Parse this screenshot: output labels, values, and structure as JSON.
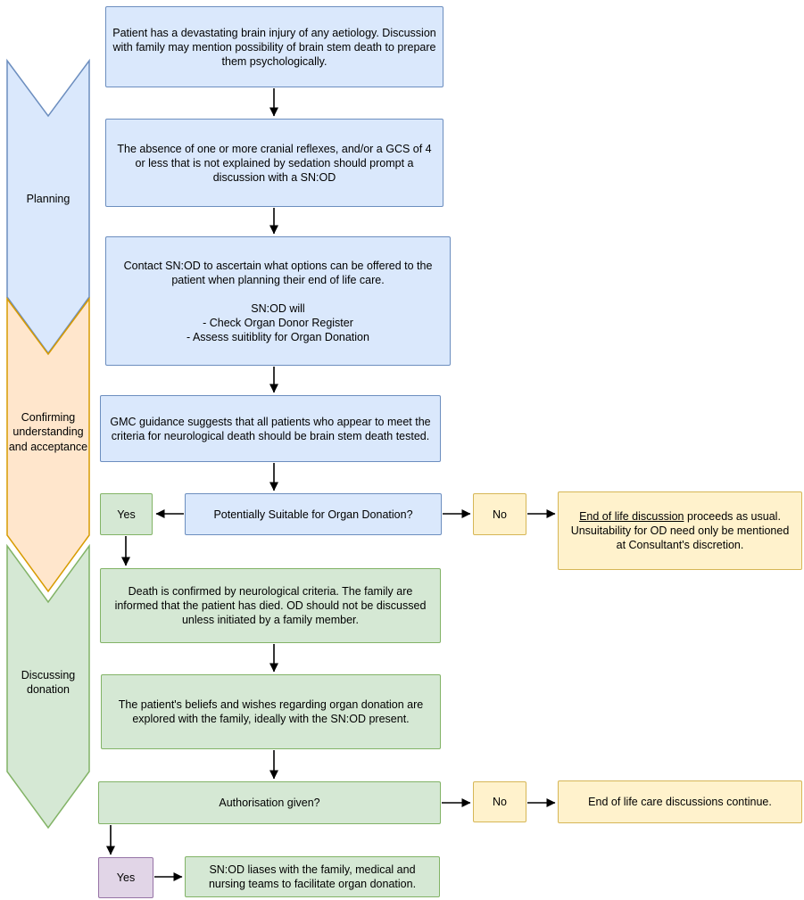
{
  "colors": {
    "blue_fill": "#dae8fc",
    "blue_stroke": "#6c8ebf",
    "green_fill": "#d5e8d4",
    "green_stroke": "#82b366",
    "yellow_fill": "#fff2cc",
    "yellow_stroke": "#d6b656",
    "orange_fill": "#ffe6cc",
    "orange_stroke": "#d79b00",
    "purple_fill": "#e1d5e7",
    "purple_stroke": "#9673a6",
    "arrow": "#000000"
  },
  "stages": [
    {
      "label": "Planning"
    },
    {
      "label": "Confirming understanding and acceptance"
    },
    {
      "label": "Discussing donation"
    }
  ],
  "nodes": {
    "brain_injury": {
      "text": "Patient has a devastating brain injury of any aetiology. Discussion with family may mention possibility of brain stem death to prepare them psychologically."
    },
    "cranial_reflexes": {
      "text": "The absence of one or more cranial reflexes, and/or a GCS of 4 or less that is not explained by sedation should prompt a discussion with a SN:OD"
    },
    "contact_snod": {
      "text": "Contact SN:OD to ascertain what options can be offered to the patient when planning their end of life care.\n\nSN:OD will\n- Check Organ Donor Register\n- Assess suitiblity for Organ Donation"
    },
    "gmc_guidance": {
      "text": "GMC guidance suggests that all patients who appear to meet the criteria for neurological death should be brain stem death tested."
    },
    "suitable_decision": {
      "text": "Potentially Suitable for Organ Donation?"
    },
    "yes_suitable": {
      "text": "Yes"
    },
    "no_suitable": {
      "text": "No"
    },
    "eol_discussion": {
      "underlined": "End of life discussion",
      "rest": " proceeds as usual. Unsuitability for OD need only be mentioned at Consultant's discretion."
    },
    "death_confirmed": {
      "text": "Death is confirmed by neurological criteria. The family are informed that the patient has died. OD should not be discussed unless initiated by a family member."
    },
    "beliefs_explored": {
      "text": "The patient's beliefs and wishes regarding organ donation are explored with the family, ideally with the SN:OD present."
    },
    "authorisation_decision": {
      "text": "Authorisation given?"
    },
    "no_authorisation": {
      "text": "No"
    },
    "eol_continue": {
      "text": "End of life care discussions continue."
    },
    "yes_authorisation": {
      "text": "Yes"
    },
    "snod_liaises": {
      "text": "SN:OD liases with the family, medical and nursing teams to facilitate organ donation."
    }
  }
}
